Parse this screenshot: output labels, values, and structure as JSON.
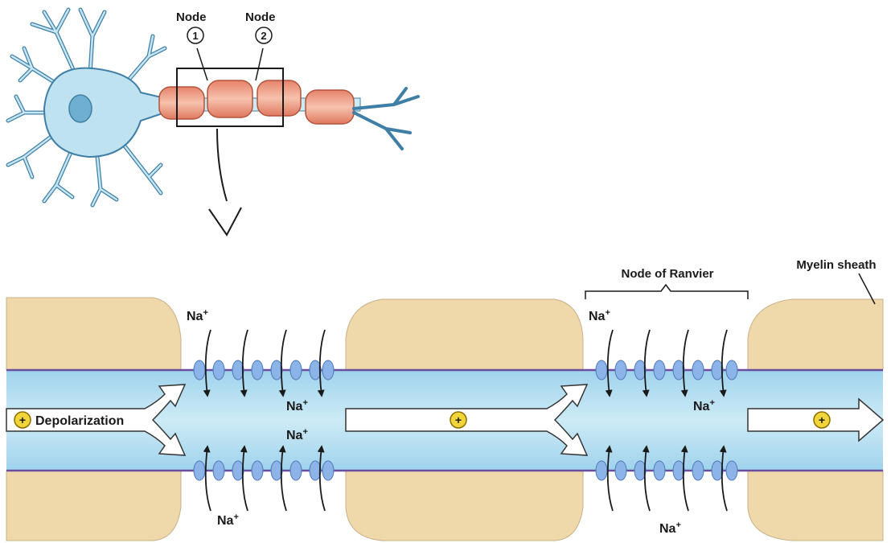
{
  "neuron_overview": {
    "node1_label": "Node",
    "node1_number": "1",
    "node2_label": "Node",
    "node2_number": "2"
  },
  "axon_detail": {
    "myelin_sheath_label": "Myelin sheath",
    "node_of_ranvier_label": "Node of Ranvier",
    "depolarization_label": "Depolarization",
    "ion_label": "Na",
    "ion_charge": "+",
    "plus_symbol": "+"
  },
  "colors": {
    "myelin": "#efd8aa",
    "axon": "#a9d7ee",
    "axon_core": "#c6e6f4",
    "membrane": "#6a4fa0",
    "channel": "#8cb4e8",
    "neuron_body": "#bfe2f1",
    "segment": "#eea48b",
    "plus_marker": "#f0d43a"
  }
}
